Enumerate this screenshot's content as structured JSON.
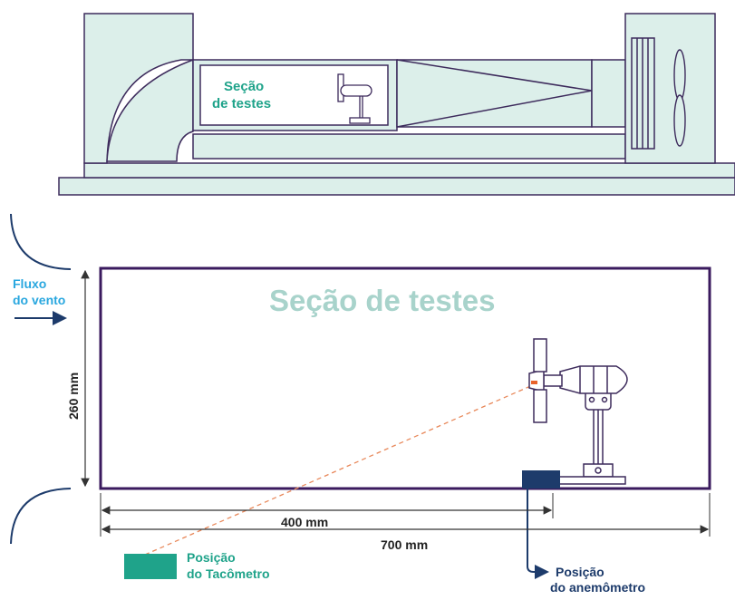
{
  "top_view": {
    "section_label_line1": "Seção",
    "section_label_line2": "de testes"
  },
  "test_section": {
    "title": "Seção de testes",
    "height_dimension": "260 mm",
    "dim_400": "400 mm",
    "dim_700": "700 mm"
  },
  "wind": {
    "label_line1": "Fluxo",
    "label_line2": "do vento"
  },
  "tachometer": {
    "label_line1": "Posição",
    "label_line2": "do Tacômetro"
  },
  "anemometer": {
    "label_line1": "Posição",
    "label_line2": "do anemômetro"
  },
  "colors": {
    "tunnel_fill": "#dcefea",
    "outline": "#3d2b5c",
    "section_frame": "#3a1a5e",
    "accent_green": "#1fa38a",
    "title_faded": "#a8d3cb",
    "wind_blue": "#29a7df",
    "anemometer_navy": "#1d3b6b",
    "laser": "#e8885a"
  }
}
